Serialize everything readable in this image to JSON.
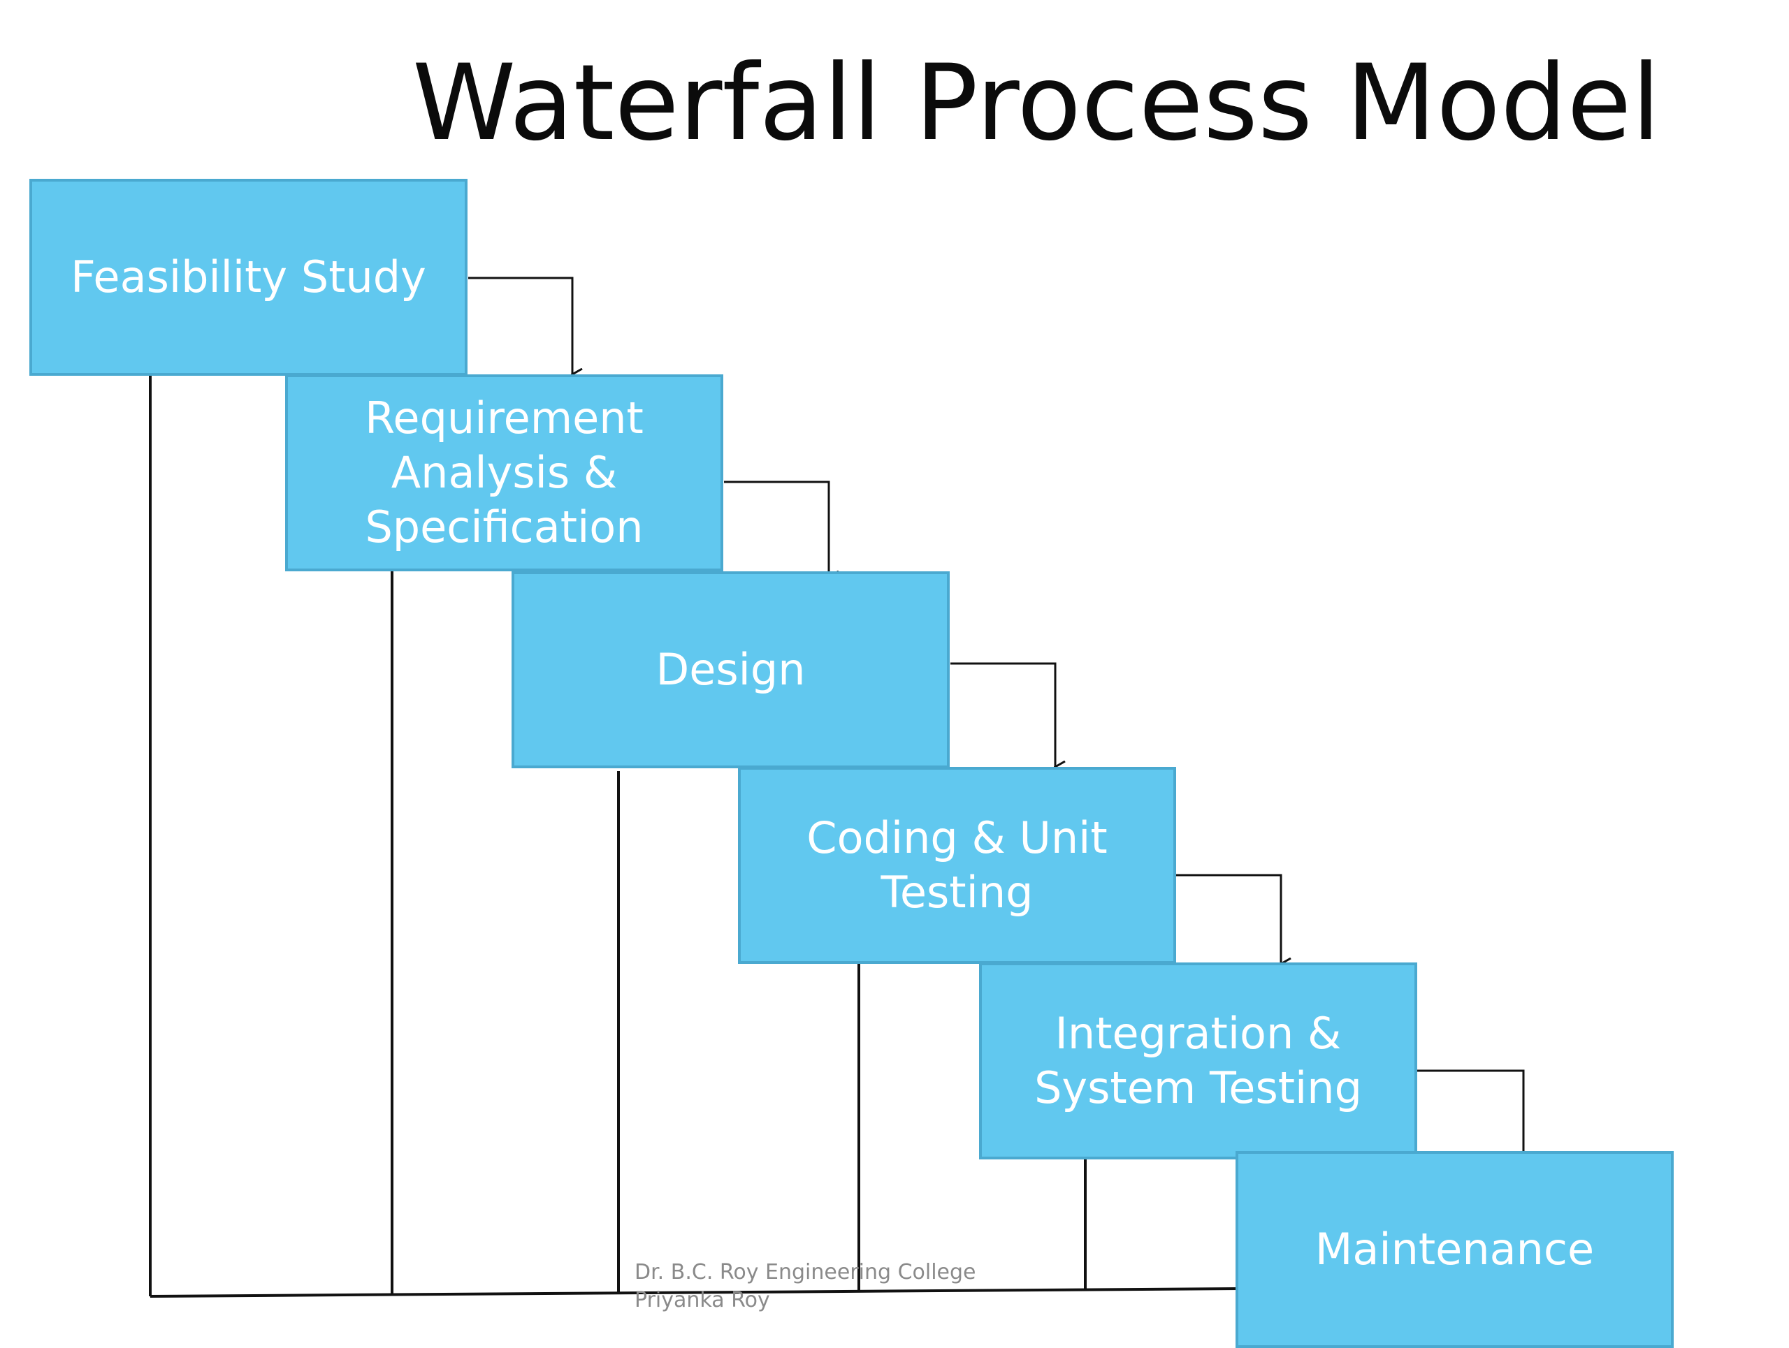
{
  "title": "Waterfall Process Model",
  "phases": [
    {
      "label": "Feasibility Study"
    },
    {
      "label": "Requirement\nAnalysis &\nSpecification"
    },
    {
      "label": "Design"
    },
    {
      "label": "Coding & Unit\nTesting"
    },
    {
      "label": "Integration  &\nSystem Testing"
    },
    {
      "label": "Maintenance"
    }
  ],
  "footer": {
    "institution": "Dr. B.C. Roy Engineering College",
    "author": "Priyanka Roy"
  },
  "colors": {
    "box_fill": "#61c8ef",
    "box_border": "#4aa9d0",
    "box_text": "#ffffff",
    "line": "#111111"
  }
}
